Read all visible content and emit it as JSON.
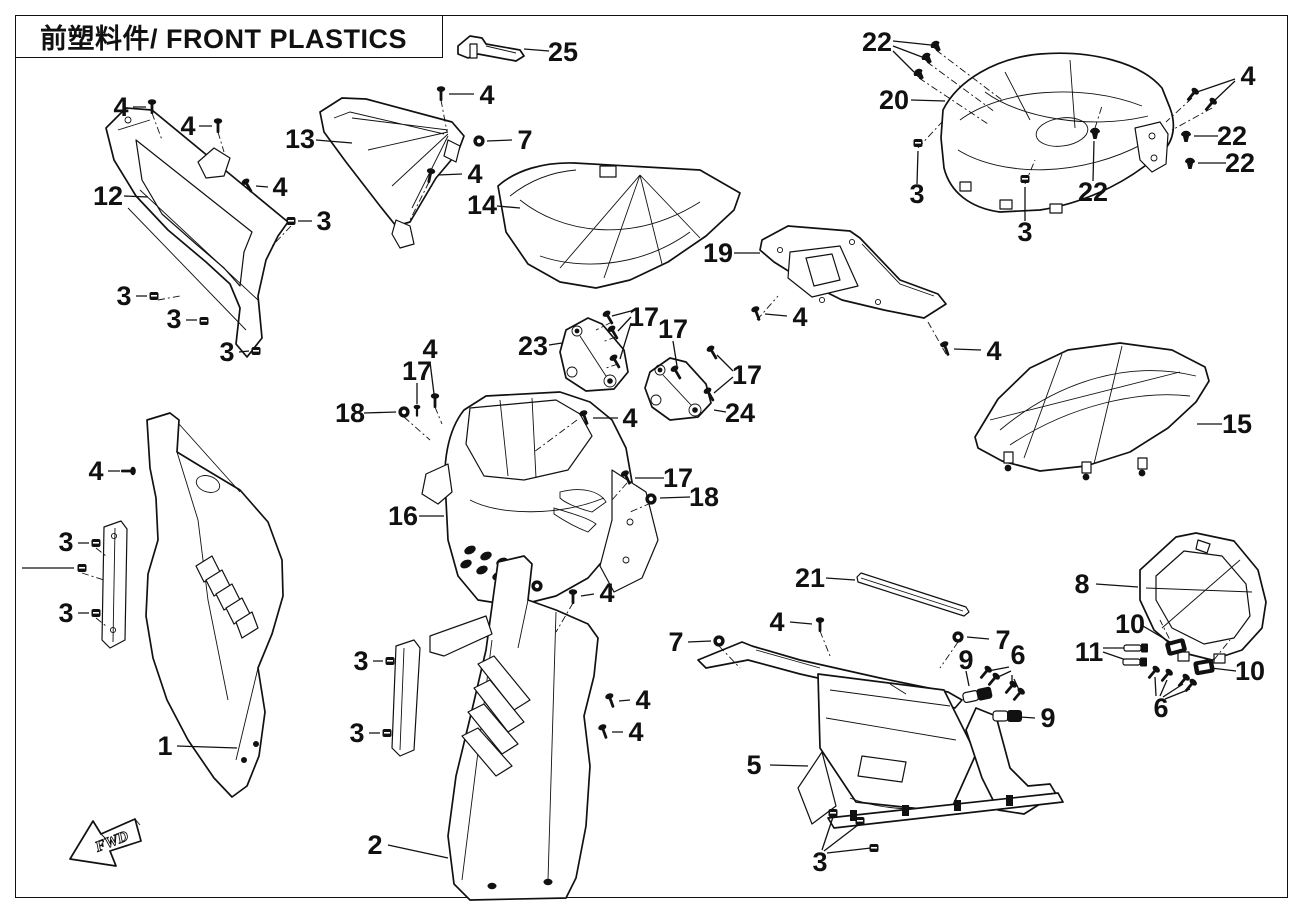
{
  "page": {
    "title": "前塑料件/ FRONT PLASTICS",
    "fwd_label": "FWD"
  },
  "diagram": {
    "description": "Exploded view parts diagram of front plastic body panels with numbered callouts",
    "part_numbers_shown": [
      "1",
      "2",
      "3",
      "4",
      "5",
      "6",
      "7",
      "8",
      "9",
      "10",
      "11",
      "12",
      "13",
      "14",
      "15",
      "16",
      "17",
      "18",
      "19",
      "20",
      "21",
      "22",
      "23",
      "24",
      "25"
    ],
    "callouts": [
      {
        "text": "4"
      },
      {
        "text": "4"
      },
      {
        "text": "12"
      },
      {
        "text": "4"
      },
      {
        "text": "3"
      },
      {
        "text": "3"
      },
      {
        "text": "3"
      },
      {
        "text": "3"
      },
      {
        "text": "13"
      },
      {
        "text": "25"
      },
      {
        "text": "4"
      },
      {
        "text": "7"
      },
      {
        "text": "4"
      },
      {
        "text": "14"
      },
      {
        "text": "22"
      },
      {
        "text": "20"
      },
      {
        "text": "4"
      },
      {
        "text": "22"
      },
      {
        "text": "22"
      },
      {
        "text": "3"
      },
      {
        "text": "3"
      },
      {
        "text": "22"
      },
      {
        "text": "19"
      },
      {
        "text": "4"
      },
      {
        "text": "4"
      },
      {
        "text": "23"
      },
      {
        "text": "17"
      },
      {
        "text": "17"
      },
      {
        "text": "17"
      },
      {
        "text": "24"
      },
      {
        "text": "4"
      },
      {
        "text": "4"
      },
      {
        "text": "17"
      },
      {
        "text": "18"
      },
      {
        "text": "16"
      },
      {
        "text": "17"
      },
      {
        "text": "18"
      },
      {
        "text": "15"
      },
      {
        "text": "4"
      },
      {
        "text": "3"
      },
      {
        "text": "3"
      },
      {
        "text": "1"
      },
      {
        "text": "4"
      },
      {
        "text": "3"
      },
      {
        "text": "3"
      },
      {
        "text": "4"
      },
      {
        "text": "4"
      },
      {
        "text": "2"
      },
      {
        "text": "7"
      },
      {
        "text": "21"
      },
      {
        "text": "4"
      },
      {
        "text": "7"
      },
      {
        "text": "9"
      },
      {
        "text": "6"
      },
      {
        "text": "9"
      },
      {
        "text": "5"
      },
      {
        "text": "3"
      },
      {
        "text": "8"
      },
      {
        "text": "10"
      },
      {
        "text": "11"
      },
      {
        "text": "10"
      },
      {
        "text": "6"
      }
    ]
  }
}
